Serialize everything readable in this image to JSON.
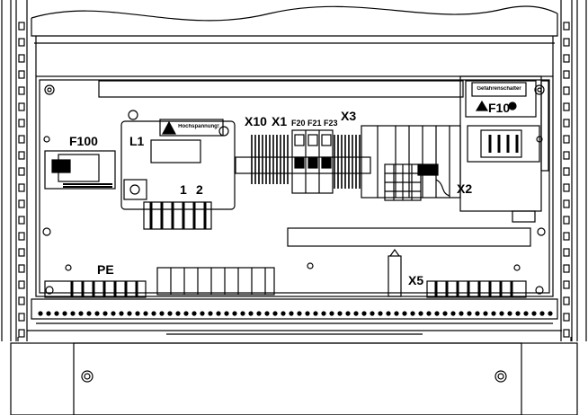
{
  "title": "Electrical cabinet layout drawing",
  "labels": {
    "f100": "F100",
    "l1": "L1",
    "terminal_1": "1",
    "terminal_2": "2",
    "x10": "X10",
    "x1": "X1",
    "f20": "F20",
    "f21": "F21",
    "f23": "F23",
    "x3": "X3",
    "f10": "F10",
    "x2": "X2",
    "pe": "PE",
    "x5": "X5"
  },
  "warning_signs": [
    "Hochspannung!",
    "Gefahrenschalter"
  ],
  "colors": {
    "line": "#000000",
    "background": "#ffffff"
  }
}
